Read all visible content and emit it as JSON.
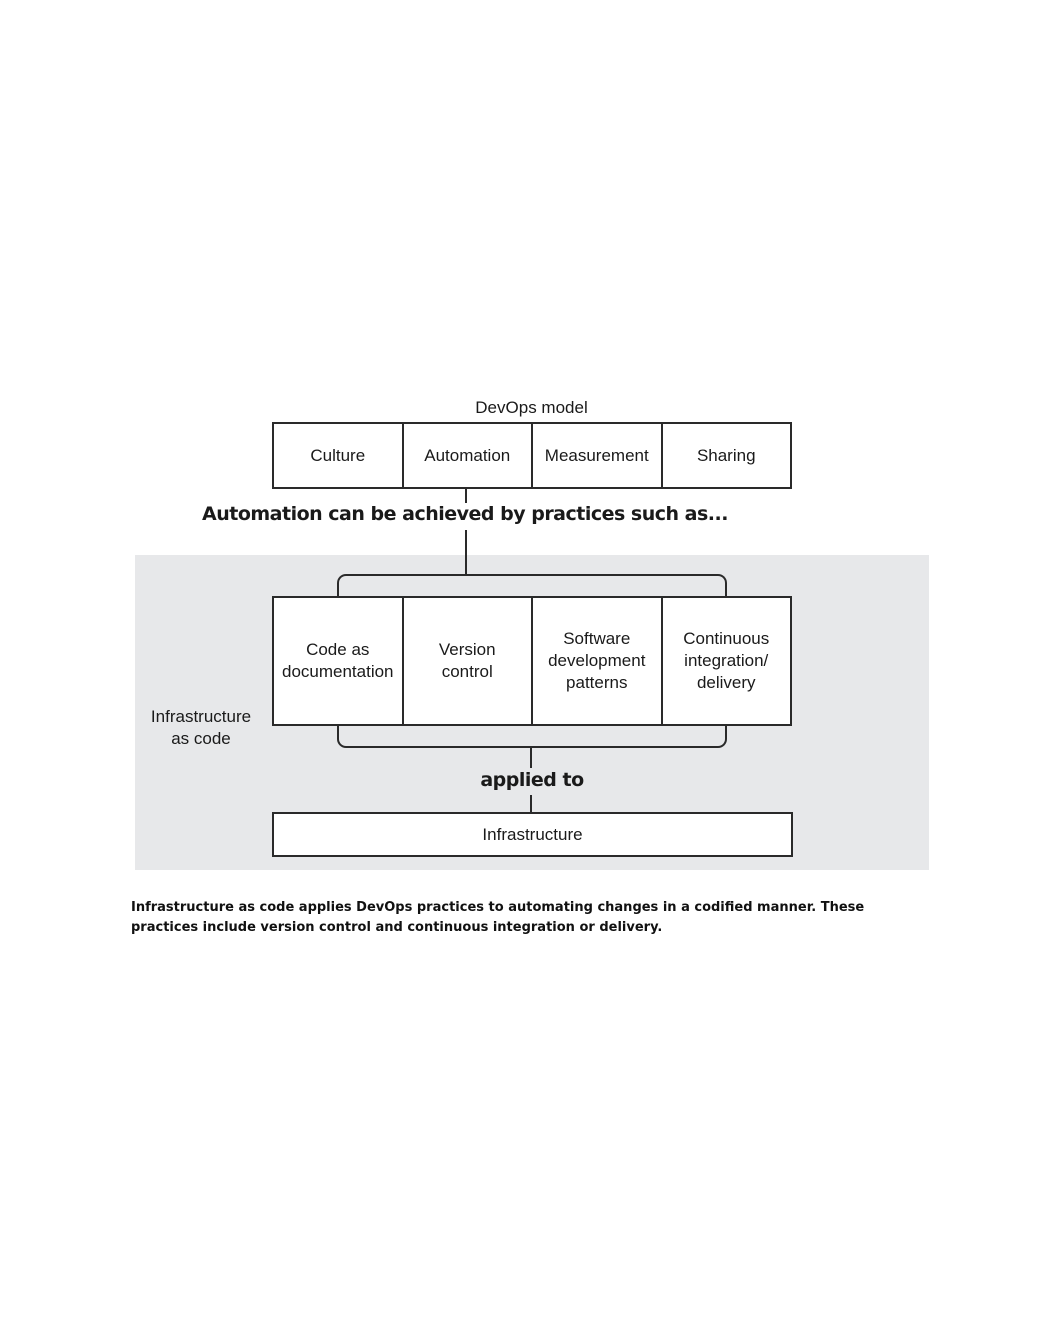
{
  "diagram": {
    "model_title": "DevOps model",
    "model_items": [
      {
        "label": "Culture"
      },
      {
        "label": "Automation"
      },
      {
        "label": "Measurement"
      },
      {
        "label": "Sharing"
      }
    ],
    "automation_heading": "Automation can be achieved by practices such as...",
    "practices": [
      {
        "label": "Code as\ndocumentation"
      },
      {
        "label": "Version\ncontrol"
      },
      {
        "label": "Software\ndevelopment\npatterns"
      },
      {
        "label": "Continuous\nintegration/\ndelivery"
      }
    ],
    "iac_label": "Infrastructure\nas code",
    "applied_heading": "applied to",
    "infrastructure_label": "Infrastructure"
  },
  "caption": "Infrastructure as code applies DevOps practices to automating changes in a codified manner. These practices include version control and continuous integration or delivery."
}
